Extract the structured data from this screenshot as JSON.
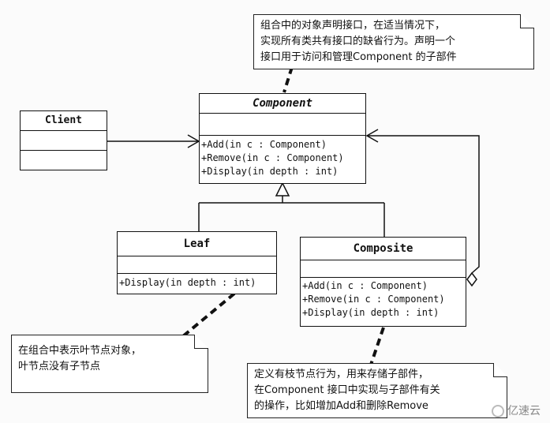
{
  "note_component": {
    "line1": "组合中的对象声明接口，在适当情况下，",
    "line2": "实现所有类共有接口的缺省行为。声明一个",
    "line3": "接口用于访问和管理Component 的子部件"
  },
  "client": {
    "title": "Client"
  },
  "component": {
    "title": "Component",
    "ops": [
      "+Add(in c : Component)",
      "+Remove(in c : Component)",
      "+Display(in depth : int)"
    ]
  },
  "leaf": {
    "title": "Leaf",
    "ops": [
      "+Display(in depth  : int)"
    ]
  },
  "composite": {
    "title": "Composite",
    "ops": [
      "+Add(in c  : Component)",
      "+Remove(in c : Component)",
      "+Display(in depth  : int)"
    ]
  },
  "note_leaf": {
    "line1": "在组合中表示叶节点对象，",
    "line2": "叶节点没有子节点"
  },
  "note_composite": {
    "line1": "定义有枝节点行为，用来存储子部件，",
    "line2": "在Component 接口中实现与子部件有关",
    "line3": "的操作，比如增加Add和删除Remove"
  },
  "watermark": {
    "text": "亿速云"
  }
}
